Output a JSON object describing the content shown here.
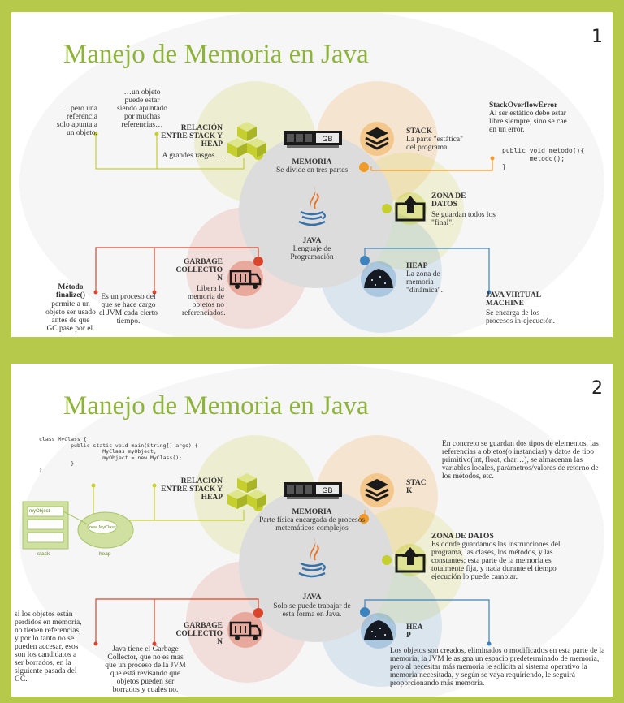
{
  "colors": {
    "frame": "#b7c94a",
    "title": "#8db33a",
    "yellow": "#c5cf2e",
    "orange": "#f29a28",
    "red": "#d8452b",
    "blue": "#3c82bd",
    "gray": "#dcdcdc"
  },
  "slide1": {
    "number": "1",
    "title": "Manejo de Memoria en Java",
    "note_ref_a": "…pero una referencia solo apunta a un objeto.",
    "note_ref_b": "…un objeto puede estar siendo apuntado por muchas referencias…",
    "relacion_title": "RELACIÓN ENTRE STACK Y HEAP",
    "relacion_text": "A grandes rasgos…",
    "memoria_title": "MEMORIA",
    "memoria_text": "Se divide en tres partes",
    "gb_label": "GB",
    "java_title": "JAVA",
    "java_text": "Lenguaje de Programación",
    "stack_title": "STACK",
    "stack_text": "La parte \"estática\" del programa.",
    "soe_title": "StackOverflowError",
    "soe_text": "Al ser estático debe estar libre siempre, sino se cae en un error.",
    "soe_code": "public void metodo(){\n       metodo();\n}",
    "zona_title": "ZONA DE DATOS",
    "zona_text": "Se guardan todos los \"final\".",
    "heap_title": "HEAP",
    "heap_text": "La zona de memoria \"dinámica\".",
    "jvm_title": "JAVA VIRTUAL MACHINE",
    "jvm_text": "Se encarga de los procesos in-ejecución.",
    "gc_title": "GARBAGE COLLECTIO N",
    "gc_text": "Libera la memoria de objetos no referenciados.",
    "gc_note": "Es un proceso del que se hace cargo el JVM cada cierto tiempo.",
    "finalize_title": "Método finalize()",
    "finalize_text": "permite a un objeto ser usado antes de que GC pase por el."
  },
  "slide2": {
    "number": "2",
    "title": "Manejo de Memoria en Java",
    "code": "class MyClass {\n          public static void main(String[] args) {\n                    MyClass myObject;\n                    myObject = new MyClass();\n          }\n}",
    "stack_label": "stack",
    "heap_label": "heap",
    "myobject_label": "myObject",
    "newmyclass_label": "new MyClass",
    "relacion_title": "RELACIÓN ENTRE STACK Y HEAP",
    "memoria_title": "MEMORIA",
    "memoria_text": "Parte física encargada de procesos metemáticos complejos",
    "gb_label": "GB",
    "java_title": "JAVA",
    "java_text": "Solo se puede trabajar de esta forma en Java.",
    "stack_title": "STAC K",
    "stack_text": "En concreto se guardan dos tipos de elementos, las referencias a objetos(o instancias) y datos de tipo primitivo(int, float, char…), se almacenan las variables locales, parámetros/valores de retorno de los métodos, etc.",
    "zona_title": "ZONA DE DATOS",
    "zona_text": "Es donde guardamos las instrucciones del programa, las clases, los métodos, y las constantes; esta parte de la memoria es totalmente fija, y nada durante el tiempo ejecución lo puede cambiar.",
    "heap_title": "HEA P",
    "heap_text": "Los objetos son creados, eliminados o modificados en esta parte de la memoria, la JVM le asigna un espacio predeterminado de memoria, pero al necesitar más memoria le solicita al sistema operativo la memoria necesitada, y según se vaya requiriendo, le seguirá proporcionando más memoria.",
    "gc_title": "GARBAGE COLLECTIO N",
    "gc_note": "Java tiene el Garbage Collector, que no es mas que un proceso de la JVM que está revisando que objetos pueden ser borrados y cuales no.",
    "left_note": "si los objetos están perdidos en memoria, no tienen referencias, y por lo tanto no se pueden accesar, esos son los candidatos a ser borrados, en la siguiente pasada del GC."
  }
}
